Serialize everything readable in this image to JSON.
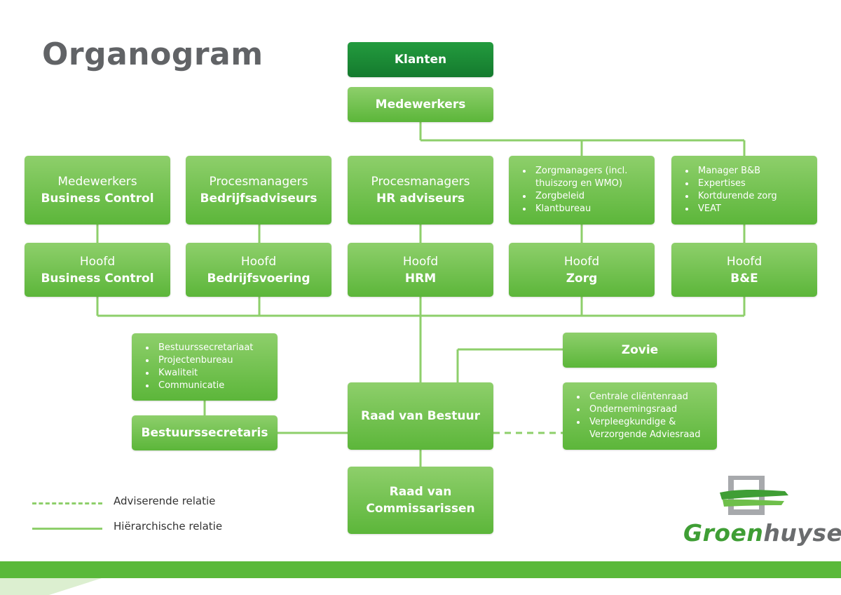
{
  "title": "Organogram",
  "colors": {
    "box_light": "#8ecf6b",
    "box_dark": "#147a2e",
    "line": "#8ecf6b",
    "title": "#616366"
  },
  "boxes": {
    "klanten": "Klanten",
    "medewerkers": "Medewerkers",
    "mw_business_control": {
      "line1": "Medewerkers",
      "line2": "Business Control"
    },
    "procesmanagers_bedrijf": {
      "line1": "Procesmanagers",
      "line2": "Bedrijfsadviseurs"
    },
    "procesmanagers_hr": {
      "line1": "Procesmanagers",
      "line2": "HR adviseurs"
    },
    "zorg_list": [
      "Zorgmanagers (incl. thuiszorg en WMO)",
      "Zorgbeleid",
      "Klantbureau"
    ],
    "be_list": [
      "Manager B&B",
      "Expertises",
      "Kortdurende zorg",
      "VEAT"
    ],
    "hoofd_business_control": {
      "line1": "Hoofd",
      "line2": "Business Control"
    },
    "hoofd_bedrijfsvoering": {
      "line1": "Hoofd",
      "line2": "Bedrijfsvoering"
    },
    "hoofd_hrm": {
      "line1": "Hoofd",
      "line2": "HRM"
    },
    "hoofd_zorg": {
      "line1": "Hoofd",
      "line2": "Zorg"
    },
    "hoofd_be": {
      "line1": "Hoofd",
      "line2": "B&E"
    },
    "secretariaat_list": [
      "Bestuurssecretariaat",
      "Projectenbureau",
      "Kwaliteit",
      "Communicatie"
    ],
    "bestuurssecretaris": "Bestuurssecretaris",
    "raad_van_bestuur": "Raad van Bestuur",
    "zovie": "Zovie",
    "raden_list": [
      "Centrale cliëntenraad",
      "Ondernemingsraad",
      "Verpleegkundige & Verzorgende Adviesraad"
    ],
    "raad_van_commissarissen": "Raad van Commissarissen"
  },
  "legend": {
    "advisory": "Adviserende relatie",
    "hierarchical": "Hiërarchische relatie"
  },
  "logo": {
    "part1": "Groen",
    "part2": "huysen"
  }
}
